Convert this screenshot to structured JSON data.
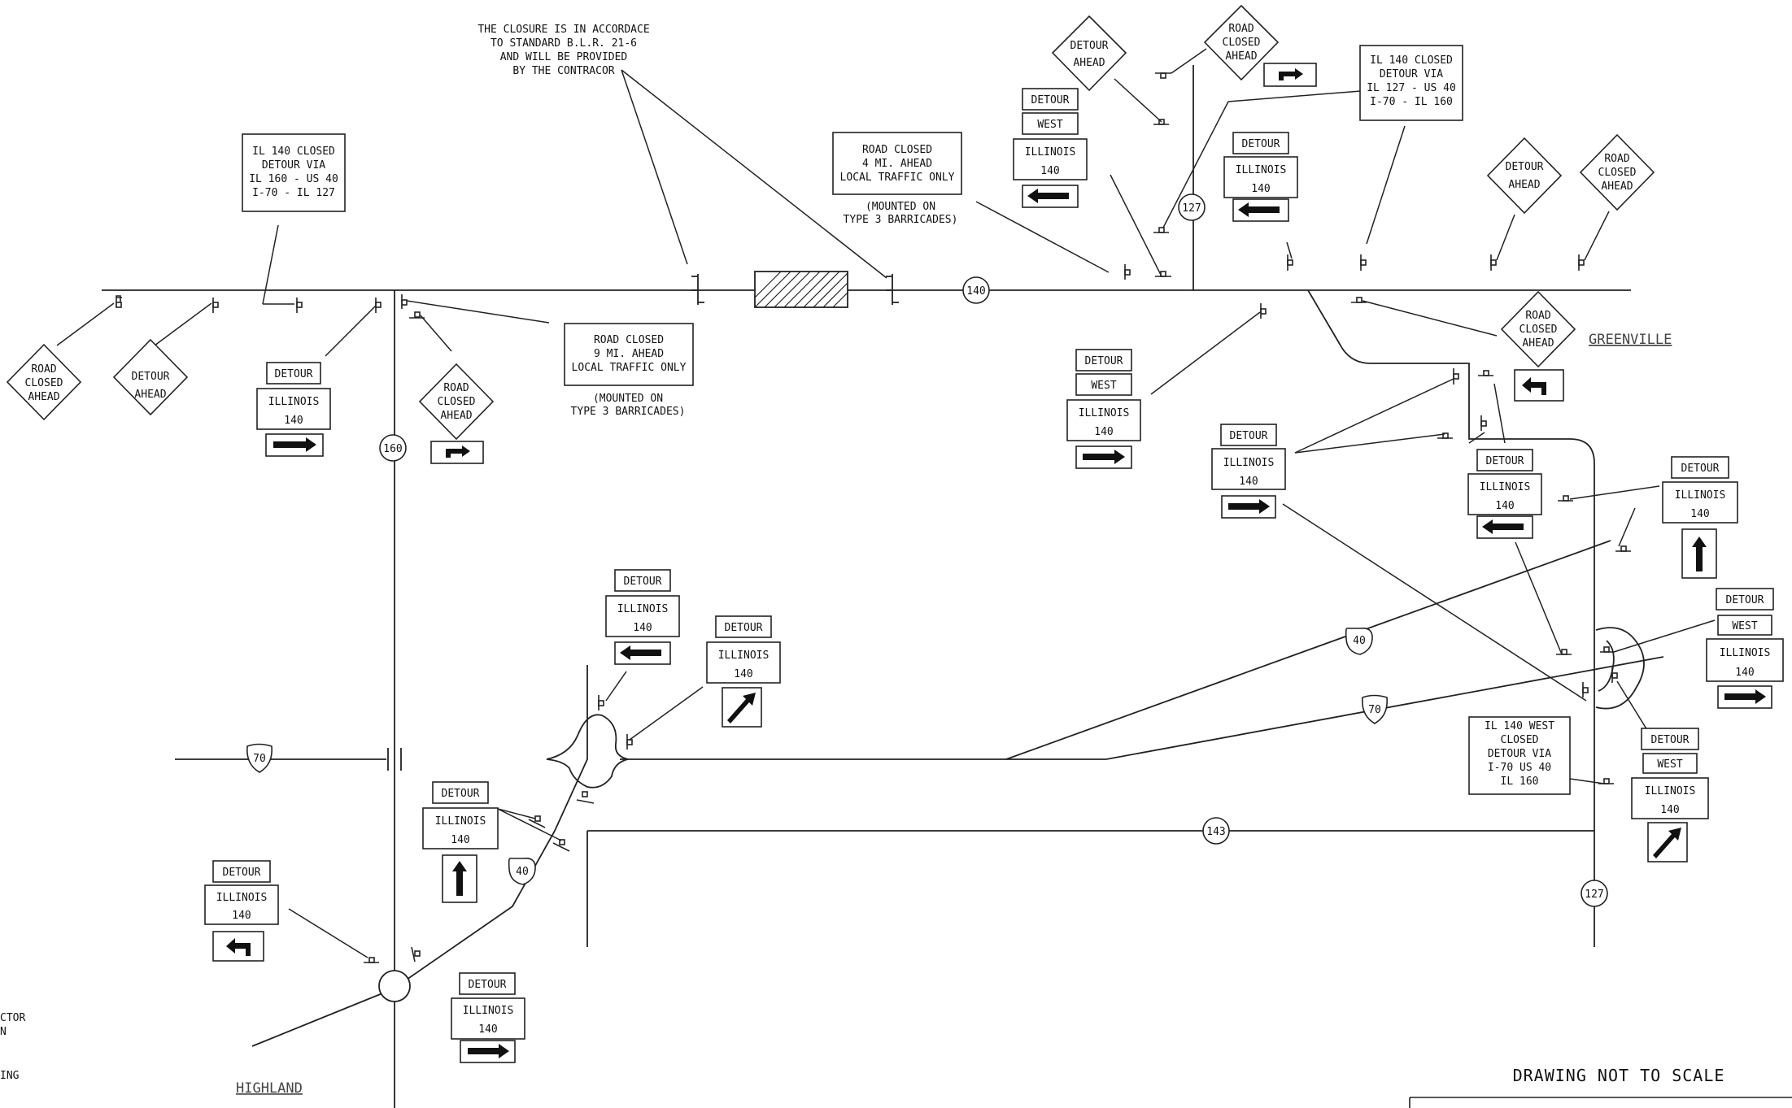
{
  "routes": {
    "il140": "140",
    "il160": "160",
    "us127_a": "127",
    "us127_b": "127",
    "us40_a": "40",
    "us40_b": "40",
    "i70_a": "70",
    "i70_b": "70",
    "il143": "143"
  },
  "cities": {
    "highland": "HIGHLAND",
    "greenville": "GREENVILLE"
  },
  "notes": {
    "closure": [
      "THE CLOSURE IS IN ACCORDACE",
      "TO STANDARD B.L.R. 21-6",
      "AND WILL BE PROVIDED",
      "BY THE CONTRACOR"
    ],
    "barricade_left": [
      "(MOUNTED ON",
      "TYPE 3 BARRICADES)"
    ],
    "barricade_right": [
      "(MOUNTED ON",
      "TYPE 3 BARRICADES)"
    ],
    "not_to_scale": "DRAWING NOT TO SCALE",
    "margin_fragments": [
      "CTOR",
      "N",
      "ING"
    ]
  },
  "signs": {
    "closed_west": [
      "IL 140 CLOSED",
      "DETOUR VIA",
      "IL 160 - US 40",
      "I-70 - IL 127"
    ],
    "closed_east": [
      "IL 140 CLOSED",
      "DETOUR VIA",
      "IL 127 - US 40",
      "I-70 - IL 160"
    ],
    "closed_west_only": [
      "IL 140 WEST",
      "CLOSED",
      "DETOUR VIA",
      "I-70 US 40",
      "IL 160"
    ],
    "road_closed_9mi": [
      "ROAD CLOSED",
      "9 MI. AHEAD",
      "LOCAL TRAFFIC ONLY"
    ],
    "road_closed_4mi": [
      "ROAD CLOSED",
      "4 MI. AHEAD",
      "LOCAL TRAFFIC ONLY"
    ],
    "diamond_rca": [
      "ROAD",
      "CLOSED",
      "AHEAD"
    ],
    "diamond_da": [
      "DETOUR",
      "AHEAD"
    ],
    "detour": "DETOUR",
    "west": "WEST",
    "illinois": "ILLINOIS",
    "route": "140"
  }
}
